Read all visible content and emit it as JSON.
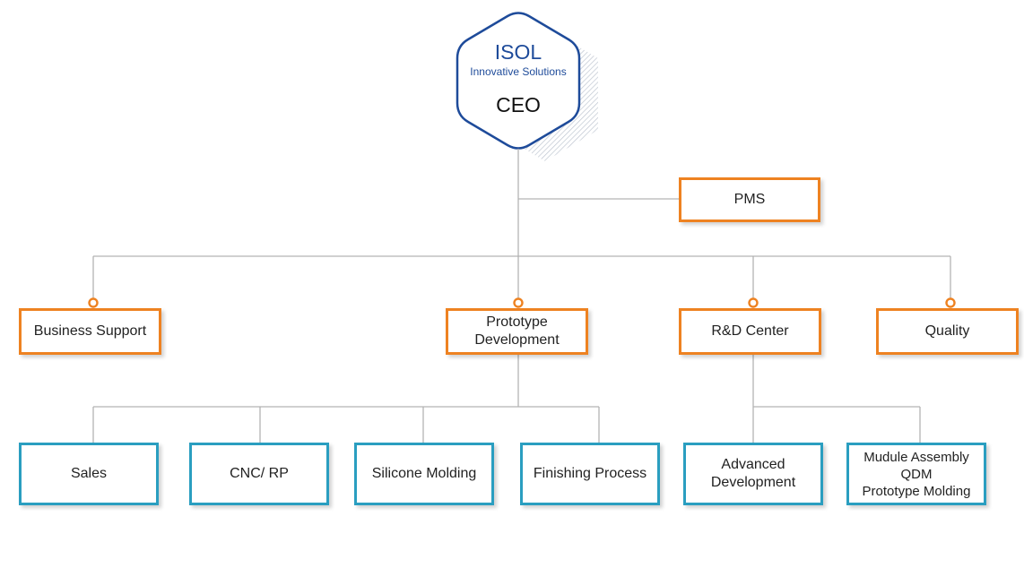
{
  "ceo": {
    "company": "ISOL",
    "tagline": "Innovative Solutions",
    "title": "CEO"
  },
  "staff": {
    "label": "PMS"
  },
  "departments": [
    {
      "label": "Business Support"
    },
    {
      "label": "Prototype\nDevelopment"
    },
    {
      "label": "R&D Center"
    },
    {
      "label": "Quality"
    }
  ],
  "teams": [
    {
      "label": "Sales"
    },
    {
      "label": "CNC/ RP"
    },
    {
      "label": "Silicone Molding"
    },
    {
      "label": "Finishing Process"
    },
    {
      "label": "Advanced\nDevelopment"
    },
    {
      "label": "Mudule Assembly\nQDM\nPrototype Molding"
    }
  ],
  "colors": {
    "ceo_border": "#1e4b9a",
    "ceo_text": "#1e4b9a",
    "department_border": "#ee8221",
    "team_border": "#2a9ec0",
    "connector": "#b3b3b3"
  }
}
